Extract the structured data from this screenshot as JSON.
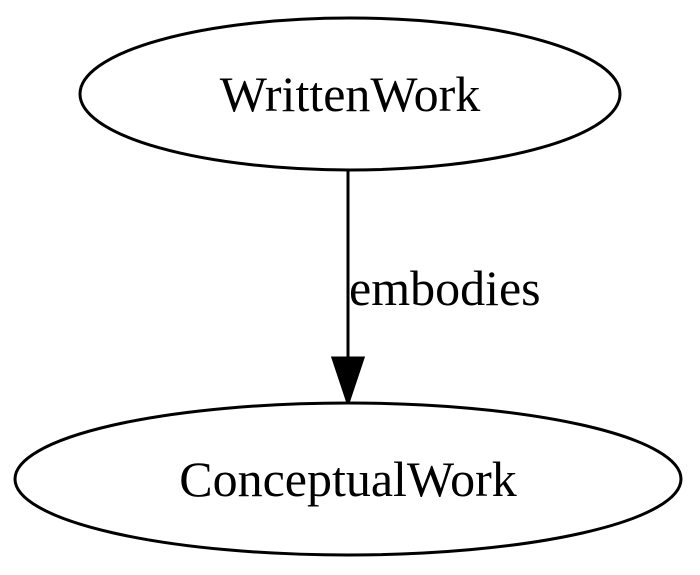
{
  "nodes": [
    {
      "id": "source",
      "label": "WrittenWork"
    },
    {
      "id": "target",
      "label": "ConceptualWork"
    }
  ],
  "edges": [
    {
      "from": "source",
      "to": "target",
      "label": "embodies"
    }
  ],
  "colors": {
    "stroke": "#000000",
    "fill": "#ffffff"
  }
}
